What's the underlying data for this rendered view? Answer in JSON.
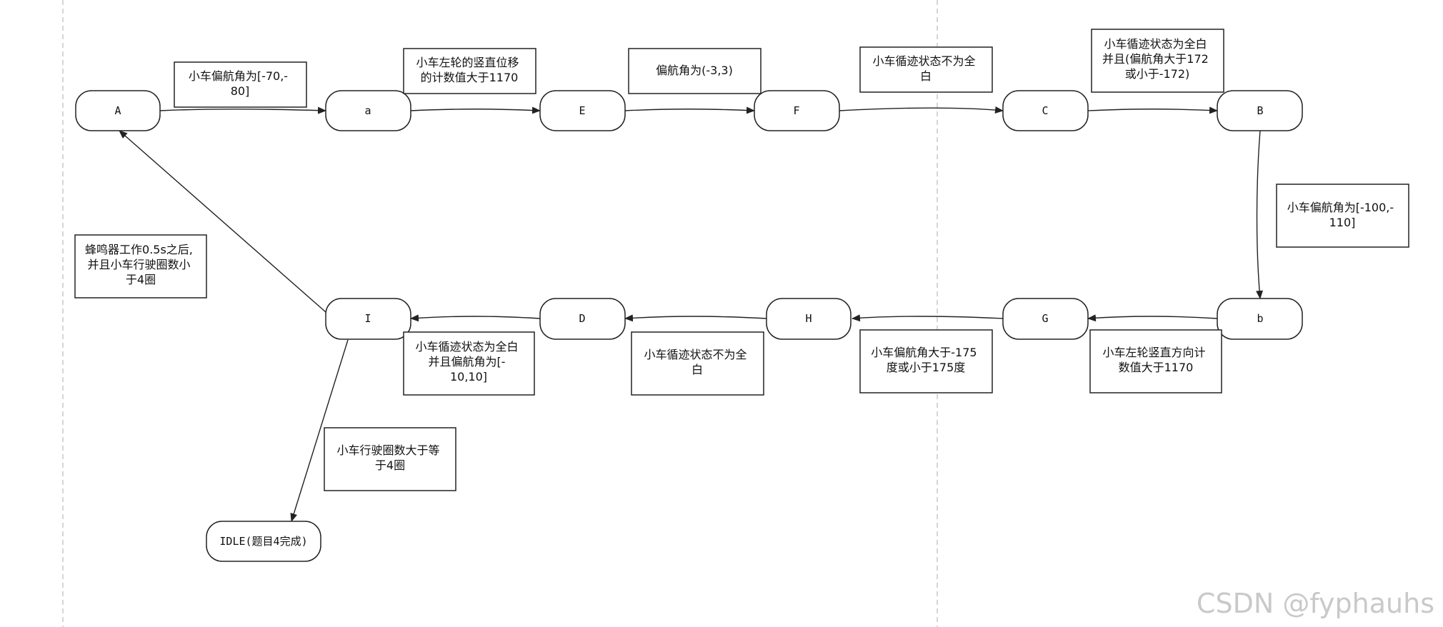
{
  "diagram": {
    "nodes": {
      "A": "A",
      "a": "a",
      "E": "E",
      "F": "F",
      "C": "C",
      "B": "B",
      "b": "b",
      "G": "G",
      "H": "H",
      "D": "D",
      "I": "I",
      "IDLE": "IDLE(题目4完成)"
    },
    "conditions": {
      "A_to_a": [
        "小车偏航角为[-70,-",
        "80]"
      ],
      "a_to_E": [
        "小车左轮的竖直位移",
        "的计数值大于1170"
      ],
      "E_to_F": [
        "偏航角为(-3,3)"
      ],
      "F_to_C": [
        "小车循迹状态不为全",
        "白"
      ],
      "C_to_B": [
        "小车循迹状态为全白",
        "并且(偏航角大于172",
        "或小于-172)"
      ],
      "B_to_b": [
        "小车偏航角为[-100,-",
        "110]"
      ],
      "b_to_G": [
        "小车左轮竖直方向计",
        "数值大于1170"
      ],
      "G_to_H": [
        "小车偏航角大于-175",
        "度或小于175度"
      ],
      "H_to_D": [
        "小车循迹状态不为全",
        "白"
      ],
      "D_to_I": [
        "小车循迹状态为全白",
        "并且偏航角为[-",
        "10,10]"
      ],
      "I_to_A": [
        "蜂鸣器工作0.5s之后,",
        "并且小车行驶圈数小",
        "于4圈"
      ],
      "I_to_IDLE": [
        "小车行驶圈数大于等",
        "于4圈"
      ]
    },
    "colors": {
      "stroke": "#222222",
      "divider": "#c8c8c8",
      "watermark": "#c9c9c9"
    }
  },
  "watermark": "CSDN @fyphauhs"
}
